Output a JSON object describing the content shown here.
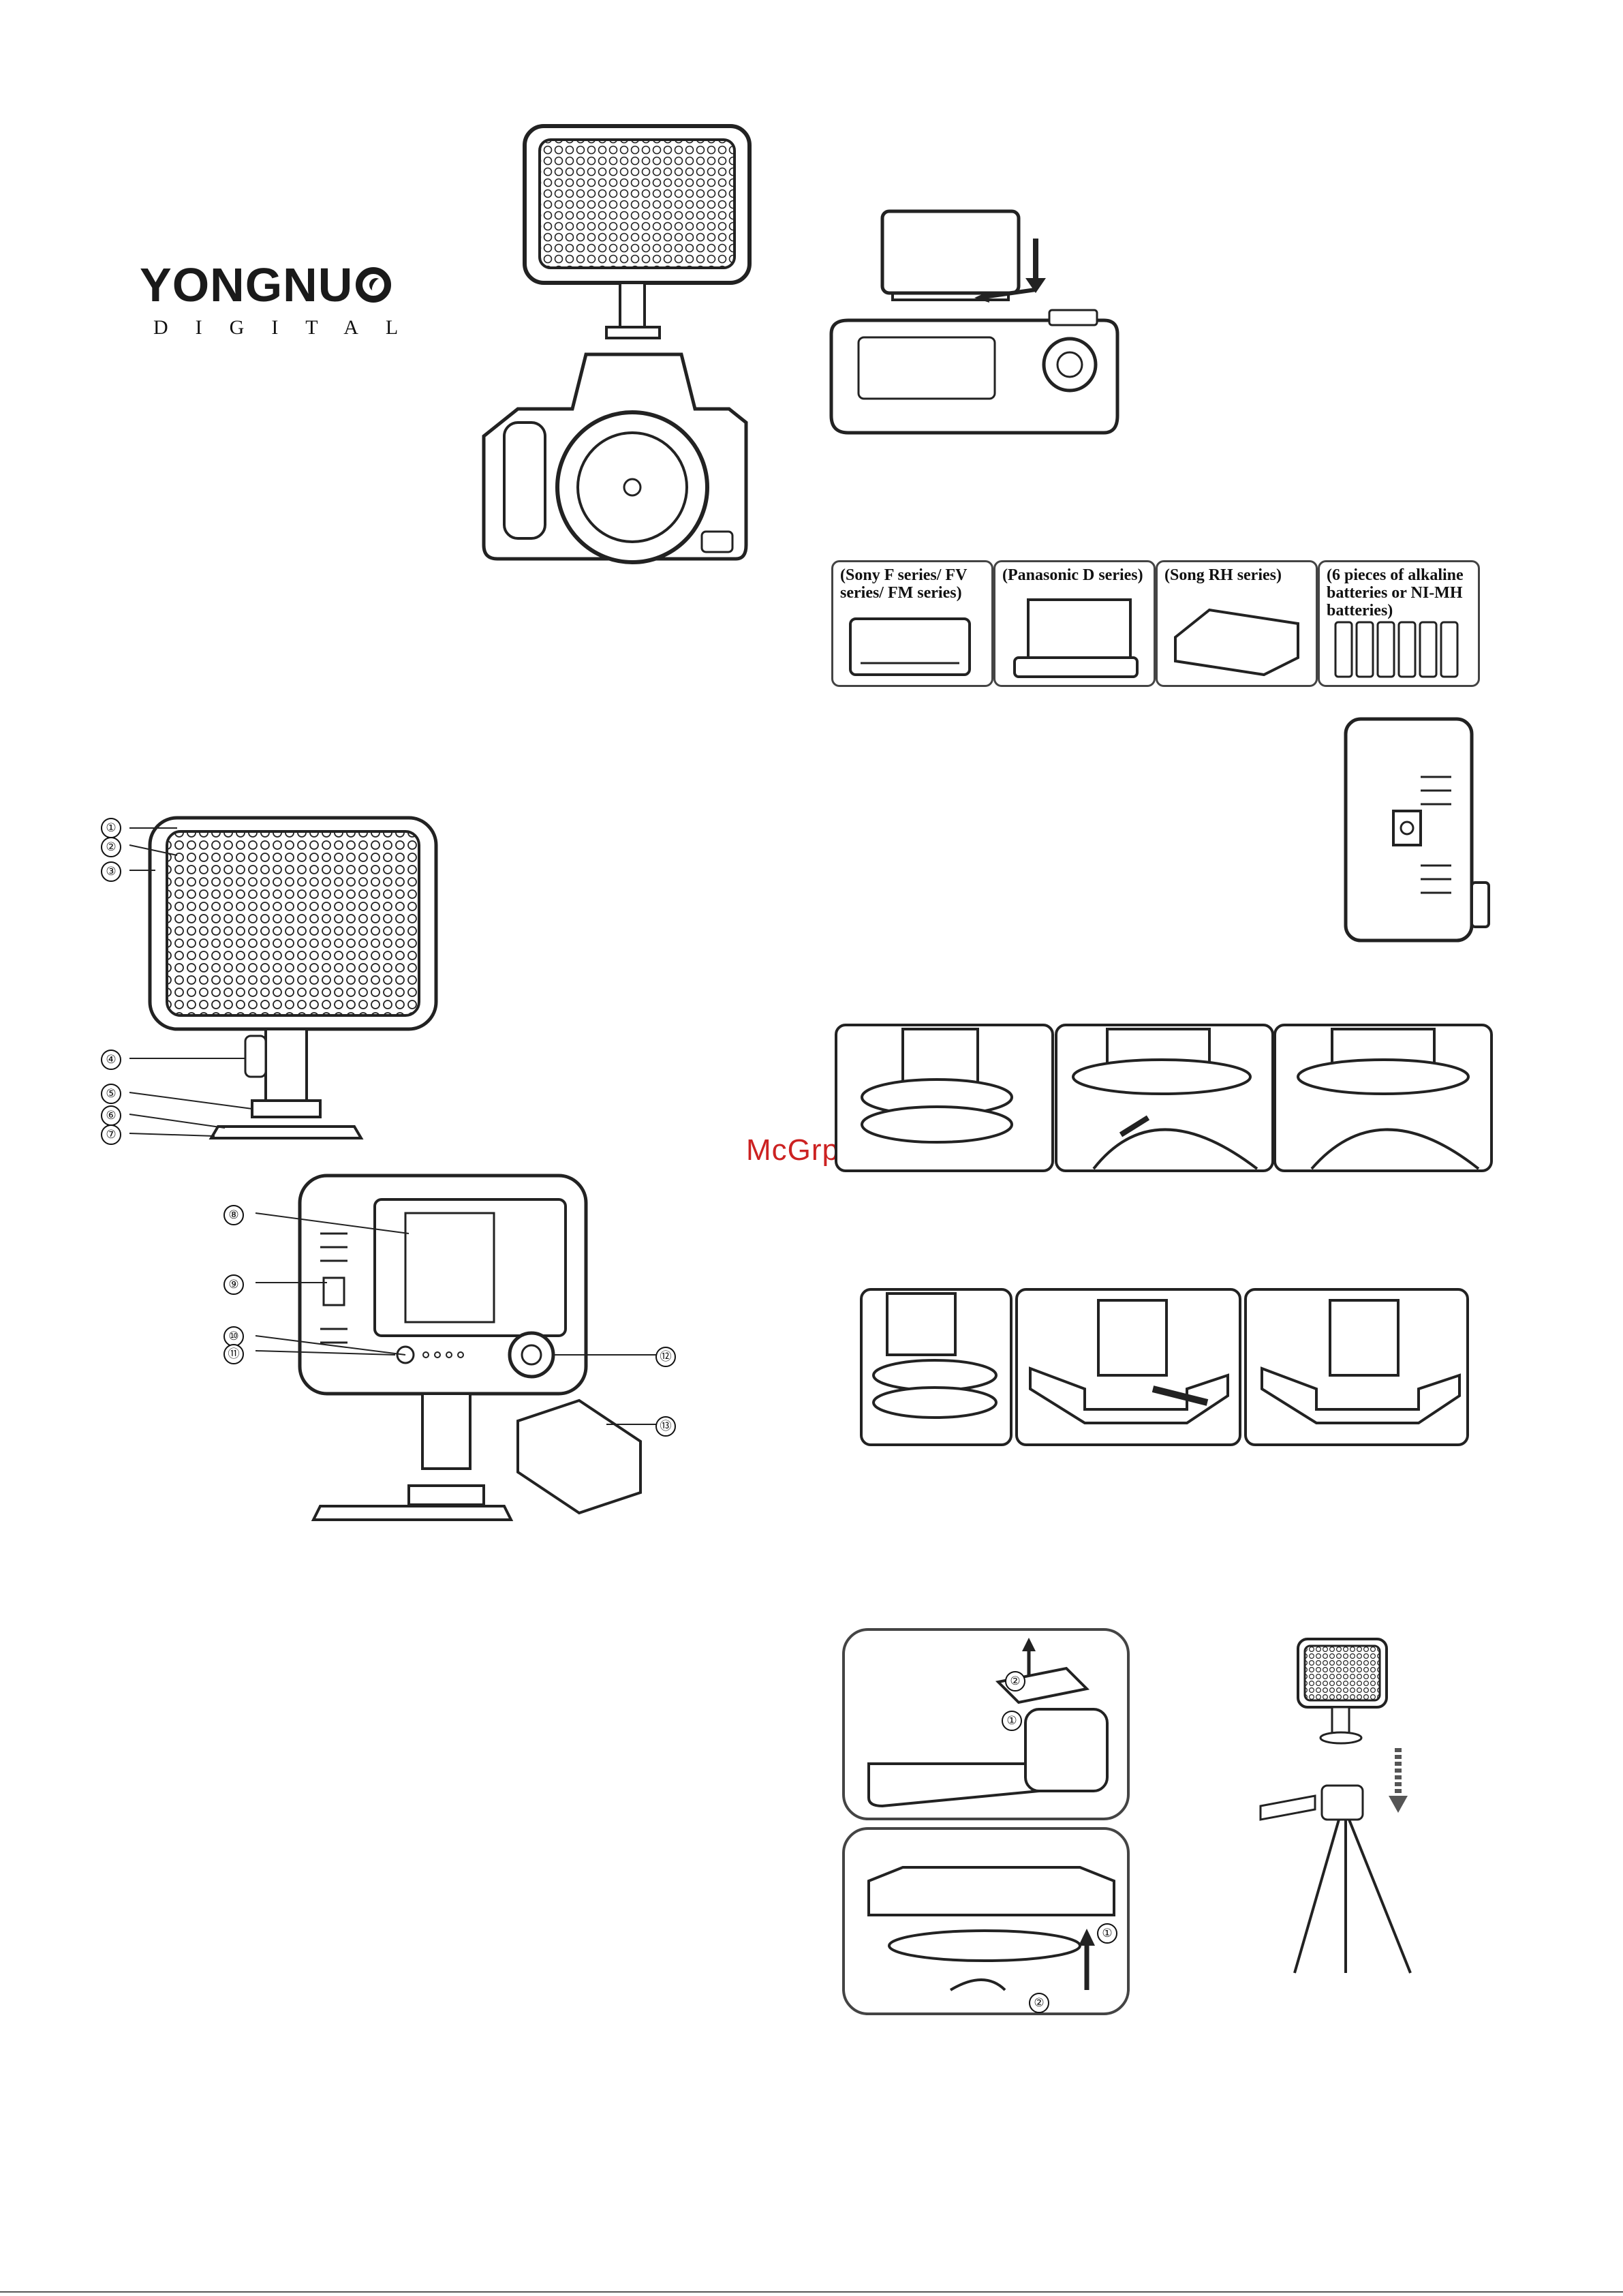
{
  "logo": {
    "brand": "YONGNU",
    "brand_o": "O",
    "subtitle": "DIGITAL"
  },
  "battery_types": [
    {
      "label": "(Sony F series/ FV series/ FM series)"
    },
    {
      "label": "(Panasonic D series)"
    },
    {
      "label": "(Song RH series)"
    },
    {
      "label": "(6 pieces of alkaline batteries or NI-MH batteries)"
    }
  ],
  "callouts": {
    "front": [
      "①",
      "②",
      "③",
      "④",
      "⑤",
      "⑥",
      "⑦"
    ],
    "back": [
      "⑧",
      "⑨",
      "⑩",
      "⑪",
      "⑫",
      "⑬"
    ],
    "tripod_steps": [
      "②",
      "①",
      "①",
      "②"
    ]
  },
  "watermark": "McGrp.Ru",
  "colors": {
    "line": "#222222",
    "watermark": "#cc2222"
  },
  "icons": [
    "led-panel-icon",
    "camera-icon",
    "battery-icon",
    "tripod-icon",
    "arrow-down-icon"
  ]
}
